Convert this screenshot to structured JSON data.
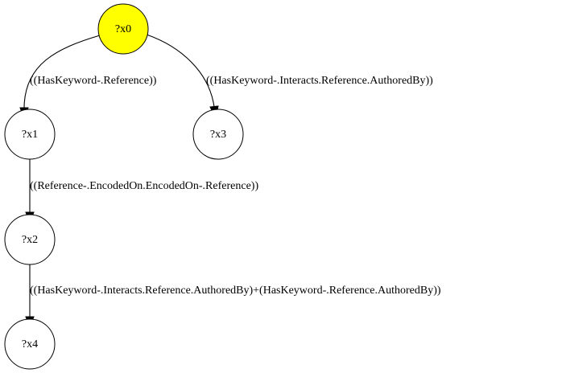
{
  "nodes": {
    "x0": {
      "label": "?x0",
      "fill": "#ffff00"
    },
    "x1": {
      "label": "?x1",
      "fill": "#ffffff"
    },
    "x2": {
      "label": "?x2",
      "fill": "#ffffff"
    },
    "x3": {
      "label": "?x3",
      "fill": "#ffffff"
    },
    "x4": {
      "label": "?x4",
      "fill": "#ffffff"
    }
  },
  "edges": {
    "x0_x1": {
      "from": "?x0",
      "to": "?x1",
      "label": "((HasKeyword-.Reference))"
    },
    "x0_x3": {
      "from": "?x0",
      "to": "?x3",
      "label": "((HasKeyword-.Interacts.Reference.AuthoredBy))"
    },
    "x1_x2": {
      "from": "?x1",
      "to": "?x2",
      "label": "((Reference-.EncodedOn.EncodedOn-.Reference))"
    },
    "x2_x4": {
      "from": "?x2",
      "to": "?x4",
      "label": "((HasKeyword-.Interacts.Reference.AuthoredBy)+(HasKeyword-.Reference.AuthoredBy))"
    }
  }
}
